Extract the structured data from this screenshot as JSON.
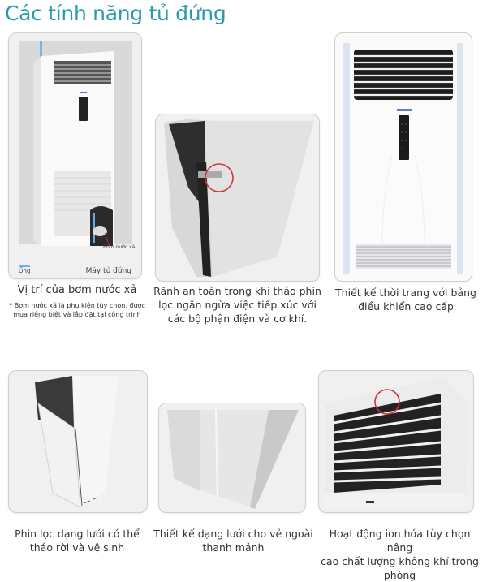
{
  "page": {
    "title": "Các tính năng tủ đứng",
    "accent_color": "#2a9aae"
  },
  "features": [
    {
      "id": "drain-pump",
      "caption": "Vị trí của bơm nước xả",
      "note_lines": [
        "* Bơm nước xả là phụ kiện tùy chọn, được",
        "mua riêng biệt và lắp đặt tại công trình"
      ],
      "image_labels": {
        "pipe": "Ống",
        "unit": "Máy tủ đứng",
        "pump": "Bơm nước xả"
      }
    },
    {
      "id": "safety-slot",
      "caption_lines": [
        "Rãnh an toàn trong khi tháo phin",
        "lọc ngăn ngừa việc tiếp xúc với",
        "các bộ phận điện và cơ khí."
      ]
    },
    {
      "id": "stylish-design",
      "caption_lines": [
        "Thiết kế thời trang với bảng",
        "điều khiển cao cấp"
      ]
    },
    {
      "id": "removable-filter",
      "caption_lines": [
        "Phin lọc dạng lưới có thể",
        "tháo rời và vệ sinh"
      ]
    },
    {
      "id": "slim-mesh",
      "caption_lines": [
        "Thiết kế dạng lưới cho vẻ ngoài",
        "thanh mảnh"
      ]
    },
    {
      "id": "ionizer",
      "caption_lines": [
        "Hoạt động ion hóa tùy chọn nâng",
        "cao chất lượng không khí trong",
        "phòng"
      ]
    }
  ]
}
